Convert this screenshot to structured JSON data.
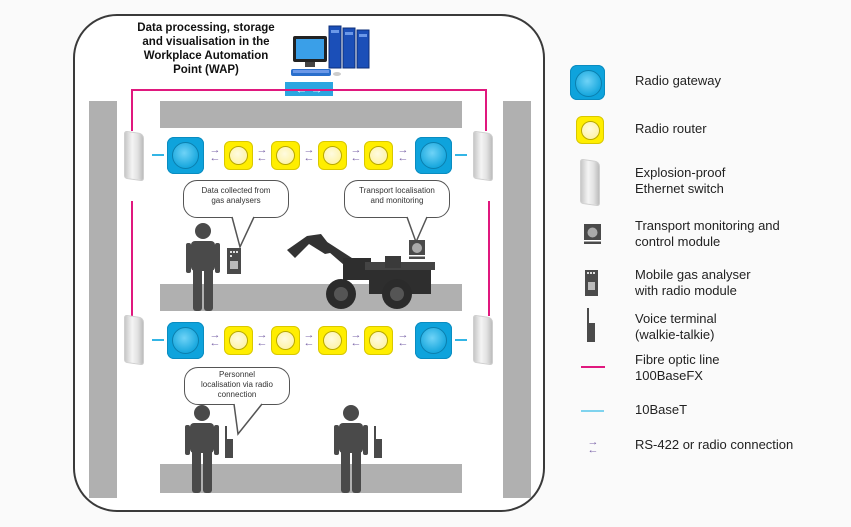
{
  "diagram": {
    "wap_title": "Data processing, storage and visualisation in the Workplace Automation Point (WAP)",
    "wap_title_lines": [
      "Data processing, storage",
      "and visualisation  in the",
      "Workplace Automation",
      "Point (WAP)"
    ],
    "wap_link_arrows": "← →",
    "network_rows": [
      {
        "nodes": [
          "radio-gateway",
          "radio-router",
          "radio-router",
          "radio-router",
          "radio-router",
          "radio-gateway"
        ]
      },
      {
        "nodes": [
          "radio-gateway",
          "radio-router",
          "radio-router",
          "radio-router",
          "radio-router",
          "radio-gateway"
        ]
      }
    ],
    "bubbles": [
      {
        "lines": [
          "Data collected  from",
          "gas analysers"
        ]
      },
      {
        "lines": [
          "Transport  localisation",
          "and monitoring"
        ]
      },
      {
        "lines": [
          "Personnel",
          "localisation  via radio",
          "connection"
        ]
      }
    ]
  },
  "legend": {
    "items": [
      {
        "icon": "radio-gateway-icon",
        "label": "Radio gateway"
      },
      {
        "icon": "radio-router-icon",
        "label": "Radio router"
      },
      {
        "icon": "ethernet-switch-icon",
        "label_lines": [
          "Explosion-proof",
          "Ethernet switch"
        ]
      },
      {
        "icon": "transport-module-icon",
        "label_lines": [
          "Transport monitoring and",
          "control module"
        ]
      },
      {
        "icon": "gas-analyser-icon",
        "label_lines": [
          "Mobile gas analyser",
          "with radio module"
        ]
      },
      {
        "icon": "walkie-talkie-icon",
        "label_lines": [
          "Voice terminal",
          "(walkie-talkie)"
        ]
      },
      {
        "icon": "fibre-line-icon",
        "label_lines": [
          "Fibre optic line",
          "100BaseFX"
        ]
      },
      {
        "icon": "10baset-line-icon",
        "label": "10BaseT"
      },
      {
        "icon": "rs422-arrows-icon",
        "label": "RS-422 or radio connection"
      }
    ]
  },
  "colors": {
    "fibre": "#e0187e",
    "tenbase": "#33b5e5",
    "gateway": "#0ea3dc",
    "router": "#ffee00",
    "arrows": "#7a63a8",
    "wall": "#b0b0b0",
    "figure": "#4a4a4a"
  }
}
